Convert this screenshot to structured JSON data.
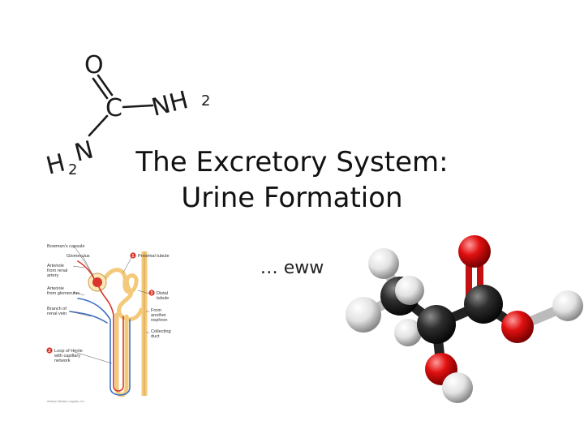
{
  "slide": {
    "title_line1": "The Excretory System:",
    "title_line2": "Urine Formation",
    "subtitle": "… eww"
  },
  "urea_structure": {
    "oxygen": "O",
    "carbon": "C",
    "amine_right": "NH",
    "amine_right_sub": "2",
    "amine_left_h": "H",
    "amine_left_sub": "2",
    "amine_left_n": "N"
  },
  "nephron_diagram": {
    "labels": {
      "bowmans_capsule": "Bowman's capsule",
      "glomerulus": "Glomerulus",
      "arteriole_from_renal_1": "Arteriole",
      "arteriole_from_renal_2": "from renal",
      "arteriole_from_renal_3": "artery",
      "arteriole_from_glom_1": "Arteriole",
      "arteriole_from_glom_2": "from glomerulus",
      "branch_renal_vein_1": "Branch of",
      "branch_renal_vein_2": "renal vein",
      "proximal_tubule": "Proximal tubule",
      "distal_tubule_1": "Distal",
      "distal_tubule_2": "tubule",
      "from_another_1": "From",
      "from_another_2": "another",
      "from_another_3": "nephron",
      "collecting_duct_1": "Collecting",
      "collecting_duct_2": "duct",
      "loop_henle_1": "Loop of Henle",
      "loop_henle_2": "with capillary",
      "loop_henle_3": "network"
    },
    "step_numbers": [
      "1",
      "3",
      "2"
    ],
    "credit": "Addison Wesley Longman, Inc."
  },
  "colors": {
    "title_text": "#111111",
    "urea_ink": "#1a1a1a",
    "oxygen_atom": "#e01010",
    "carbon_atom": "#2e2e2e",
    "hydrogen_atom": "#e8e8e8",
    "tubule": "#f3c97a",
    "artery": "#d9352a",
    "vein": "#3b6fc2",
    "step_badge": "#d9352a"
  }
}
